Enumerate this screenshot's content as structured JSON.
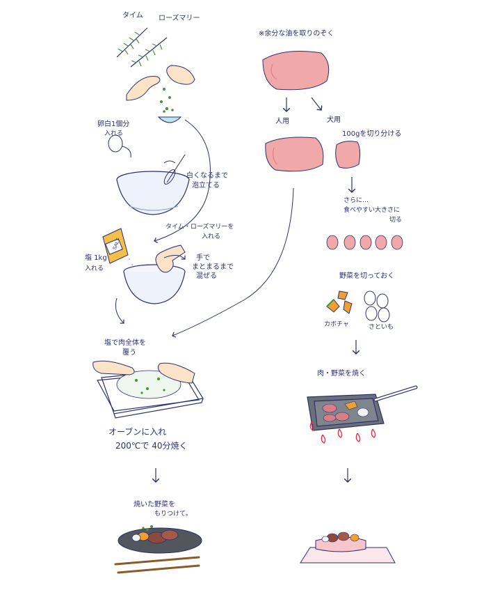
{
  "left": {
    "herbs": {
      "thyme": "タイム",
      "rosemary": "ローズマリー"
    },
    "egg_white": {
      "line1": "卵白1個分",
      "line2": "入れる"
    },
    "whisk": {
      "line1": "白くなるまで",
      "line2": "泡立てる"
    },
    "add_herbs": {
      "line1": "タイム・ローズマリーを",
      "line2": "入れる"
    },
    "salt_bag": "SALT",
    "salt": {
      "line1": "塩 1kg",
      "line2": "入れる"
    },
    "mix": {
      "line1": "手で",
      "line2": "まとまるまで",
      "line3": "混ぜる"
    },
    "cover": {
      "line1": "塩で肉全体を",
      "line2": "覆う"
    },
    "oven": {
      "line1": "オーブンに入れ",
      "line2": "200℃で 40分焼く"
    },
    "plate": {
      "line1": "焼いた野菜を",
      "line2": "もりつけて。"
    }
  },
  "right": {
    "trim": "※余分な油を取りのぞく",
    "human": "人用",
    "dog": "犬用",
    "cut100": "100gを切り分ける",
    "cut_more": {
      "line1": "さらに…",
      "line2": "食べやすい大きさに",
      "line3": "切る"
    },
    "veg": "野菜を切っておく",
    "pumpkin": "カボチャ",
    "taro": "さといも",
    "grill": "肉・野菜を焼く"
  },
  "colors": {
    "ink": "#2b2f6e",
    "meat": "#f0a8a8",
    "meat_dark": "#e07f86",
    "pumpkin": "#f0a030",
    "green": "#4b8f3a",
    "flame": "#e0304a"
  }
}
